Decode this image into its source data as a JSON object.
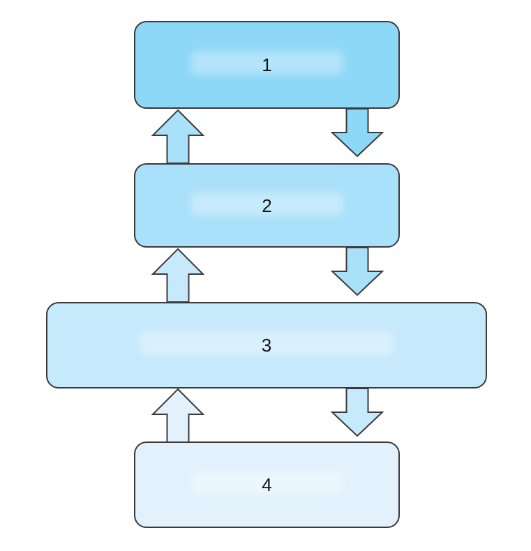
{
  "diagram": {
    "background_color": "#ffffff",
    "outline_color": "#3a3a3a",
    "boxes": [
      {
        "id": "1",
        "label": "1",
        "fill": "#8dd7f7"
      },
      {
        "id": "2",
        "label": "2",
        "fill": "#a9e0fa"
      },
      {
        "id": "3",
        "label": "3",
        "fill": "#c6e9fb"
      },
      {
        "id": "4",
        "label": "4",
        "fill": "#e2f1fc"
      }
    ],
    "arrows": [
      {
        "id": "up-2-1",
        "direction": "up",
        "from": "2",
        "to": "1",
        "fill": "#a9e0fa"
      },
      {
        "id": "down-1-2",
        "direction": "down",
        "from": "1",
        "to": "2",
        "fill": "#8dd7f7"
      },
      {
        "id": "up-3-2",
        "direction": "up",
        "from": "3",
        "to": "2",
        "fill": "#c6e9fb"
      },
      {
        "id": "down-2-3",
        "direction": "down",
        "from": "2",
        "to": "3",
        "fill": "#a9e0fa"
      },
      {
        "id": "up-4-3",
        "direction": "up",
        "from": "4",
        "to": "3",
        "fill": "#e2f1fc"
      },
      {
        "id": "down-3-4",
        "direction": "down",
        "from": "3",
        "to": "4",
        "fill": "#c6e9fb"
      }
    ]
  }
}
